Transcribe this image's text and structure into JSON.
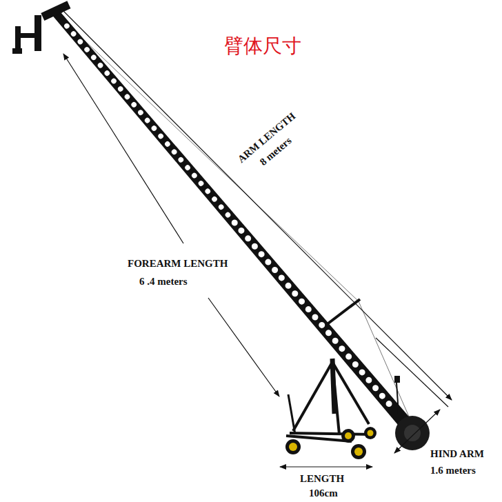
{
  "diagram": {
    "title": "臂体尺寸",
    "labels": [
      "ARM LENGTH",
      "8 meters",
      "FOREARM LENGTH",
      "6 .4 meters",
      "HIND ARM",
      "1.6 meters",
      "LENGTH",
      "106cm"
    ]
  }
}
